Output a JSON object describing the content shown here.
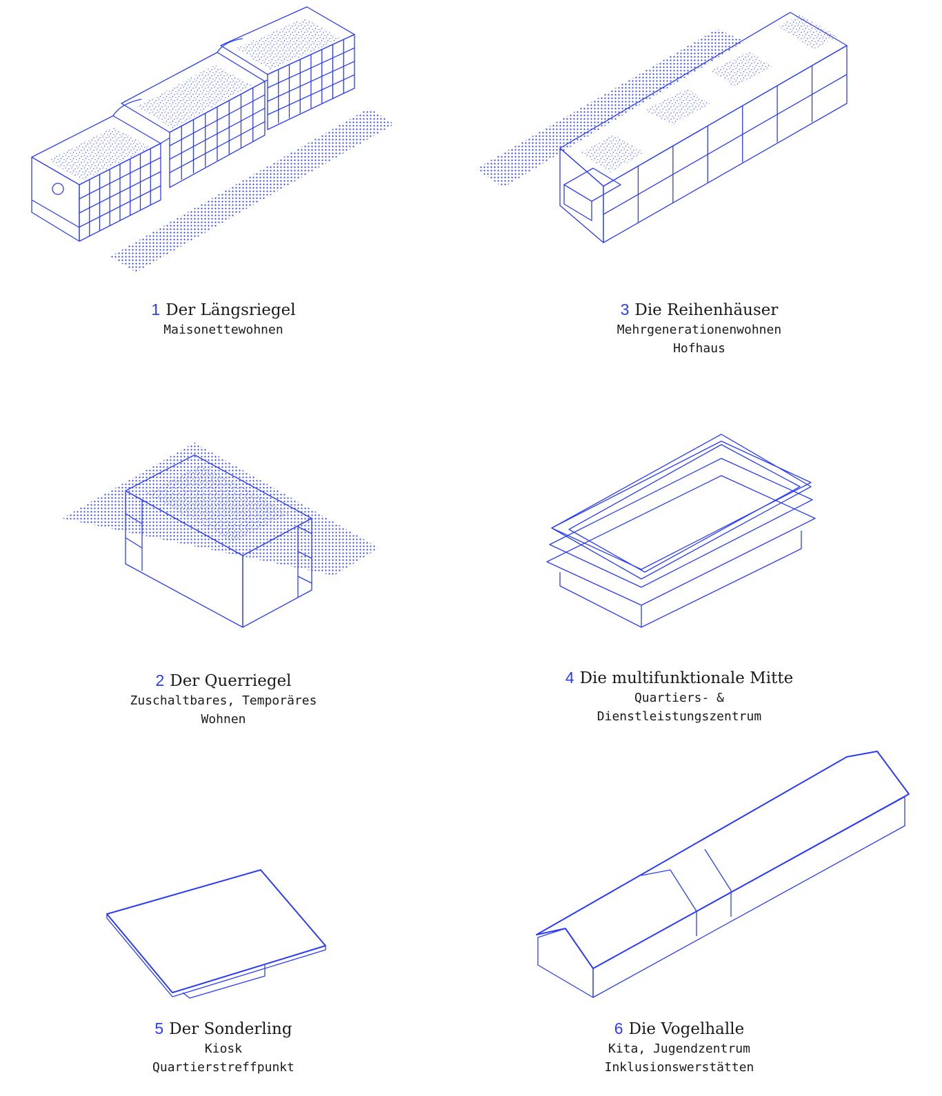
{
  "colors": {
    "accent": "#2a3bff",
    "text": "#1a1a1a",
    "background": "#ffffff"
  },
  "items": [
    {
      "number": "1",
      "title": "Der Längsriegel",
      "lines": [
        "Maisonettewohnen"
      ]
    },
    {
      "number": "3",
      "title": "Die Reihenhäuser",
      "lines": [
        "Mehrgenerationenwohnen",
        "Hofhaus"
      ]
    },
    {
      "number": "2",
      "title": "Der Querriegel",
      "lines": [
        "Zuschaltbares, Temporäres",
        "Wohnen"
      ]
    },
    {
      "number": "4",
      "title": "Die multifunktionale Mitte",
      "lines": [
        "Quartiers- &",
        "Dienstleistungszentrum"
      ]
    },
    {
      "number": "5",
      "title": "Der Sonderling",
      "lines": [
        "Kiosk",
        "Quartierstreffpunkt"
      ]
    },
    {
      "number": "6",
      "title": "Die Vogelhalle",
      "lines": [
        "Kita, Jugendzentrum",
        "Inklusionswerstätten"
      ]
    }
  ]
}
